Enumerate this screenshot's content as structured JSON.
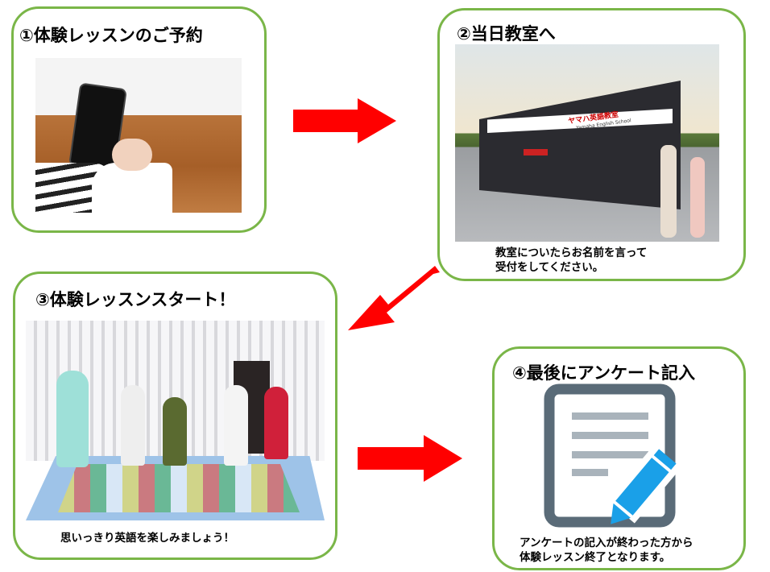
{
  "steps": [
    {
      "title": "①体験レッスンのご予約"
    },
    {
      "title": "②当日教室へ",
      "caption_line1": "教室についたらお名前を言って",
      "caption_line2": "受付をしてください。",
      "sign_text": "ヤマハ英語教室",
      "sign_sub": "Yamaha English School"
    },
    {
      "title": "③体験レッスンスタート！",
      "caption": "思いっきり英語を楽しみましょう！"
    },
    {
      "title": "④最後にアンケート記入",
      "caption_line1": "アンケートの記入が終わった方から",
      "caption_line2": "体験レッスン終了となります。"
    }
  ],
  "colors": {
    "border": "#7ab648",
    "arrow": "#ff0000",
    "doc": "#5a6b78",
    "pen": "#1aa0e8"
  }
}
